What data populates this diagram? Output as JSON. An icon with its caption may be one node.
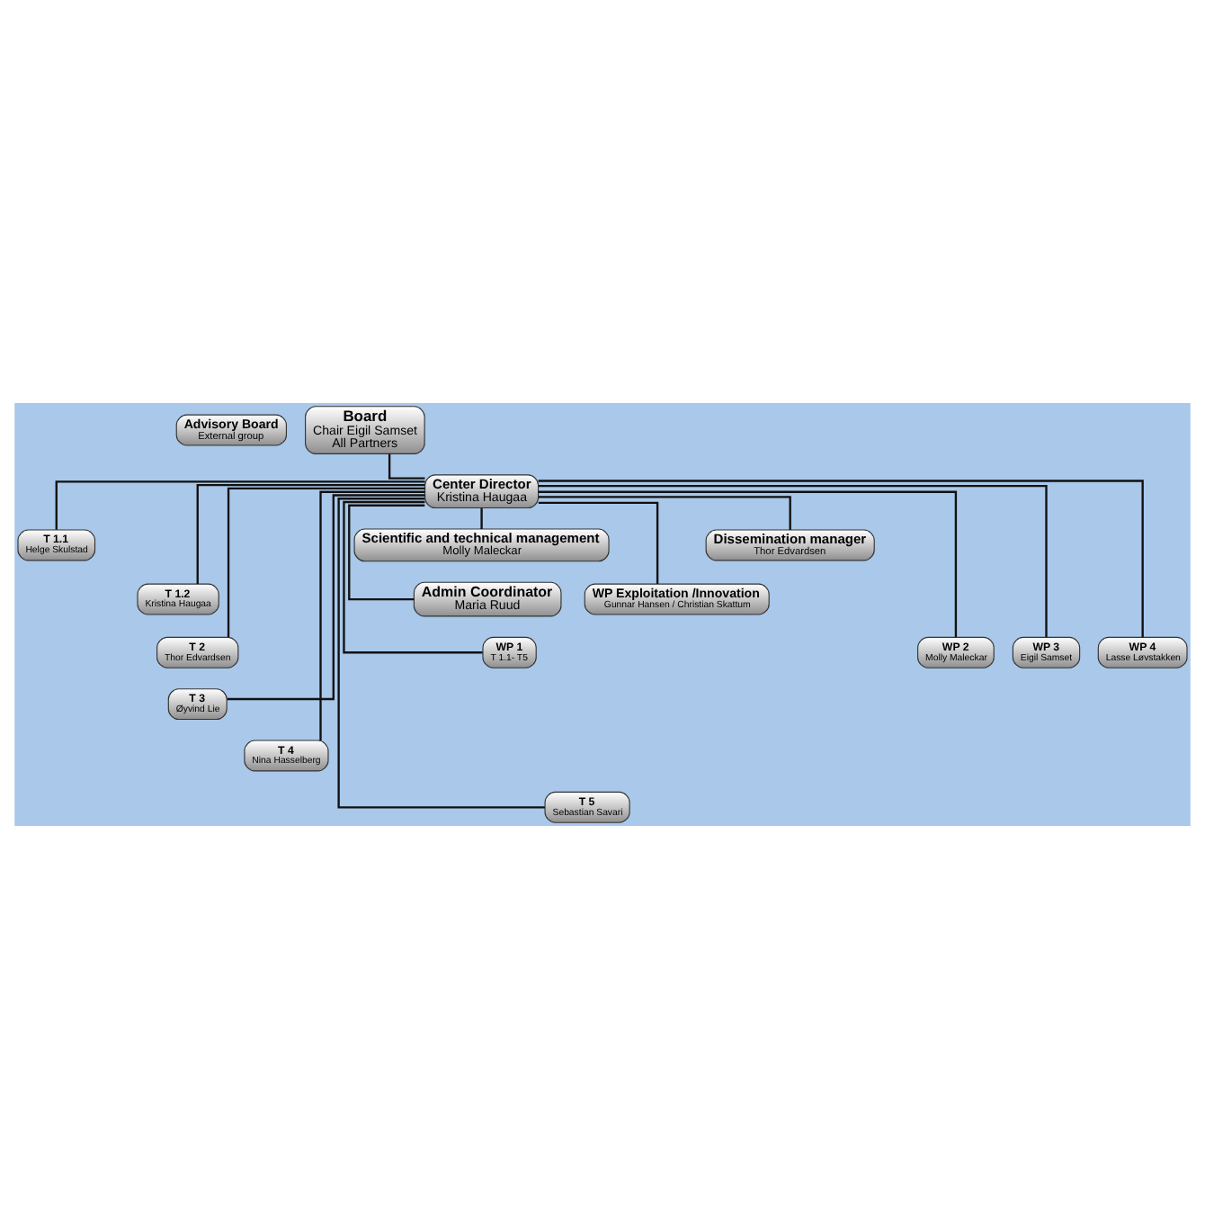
{
  "diagram": {
    "nodes": [
      {
        "text": [
          "Advisory Board",
          "External group"
        ]
      },
      {
        "text": [
          "Board",
          "Chair Eigil Samset",
          "All Partners"
        ]
      },
      {
        "text": [
          "Center Director",
          "Kristina Haugaa"
        ]
      },
      {
        "text": [
          "Dissemination manager",
          "Thor Edvardsen"
        ]
      },
      {
        "text": [
          "Scientific and technical management",
          "Molly Maleckar"
        ]
      },
      {
        "text": [
          "WP Exploitation /Innovation",
          "Gunnar Hansen / Christian Skattum"
        ]
      },
      {
        "text": [
          "Admin Coordinator",
          "Maria Ruud"
        ]
      },
      {
        "text": [
          "T 1.1",
          "Helge Skulstad"
        ]
      },
      {
        "text": [
          "T 1.2",
          "Kristina Haugaa"
        ]
      },
      {
        "text": [
          "T 2",
          "Thor Edvardsen"
        ]
      },
      {
        "text": [
          "T 3",
          "Øyvind Lie"
        ]
      },
      {
        "text": [
          "T 4",
          "Nina Hasselberg"
        ]
      },
      {
        "text": [
          "T 5",
          "Sebastian Savari"
        ]
      },
      {
        "text": [
          "WP 1",
          "T 1.1- T5"
        ]
      },
      {
        "text": [
          "WP 2",
          "Molly Maleckar"
        ]
      },
      {
        "text": [
          "WP 3",
          "Eigil Samset"
        ]
      },
      {
        "text": [
          "WP 4",
          "Lasse Løvstakken"
        ]
      }
    ],
    "edges": [
      {
        "from": 1,
        "to": 2,
        "arrow": "none"
      },
      {
        "from": 2,
        "to": 3,
        "arrow": "none"
      },
      {
        "from": 2,
        "to": 4,
        "arrow": "none"
      },
      {
        "from": 2,
        "to": 5,
        "arrow": "none"
      },
      {
        "from": 2,
        "to": 6,
        "arrow": "none"
      },
      {
        "from": 2,
        "to": 13,
        "arrow": "none"
      },
      {
        "from": 2,
        "to": 14,
        "arrow": "none"
      },
      {
        "from": 2,
        "to": 15,
        "arrow": "none"
      },
      {
        "from": 2,
        "to": 16,
        "arrow": "none"
      },
      {
        "from": 2,
        "to": 7,
        "arrow": "none"
      },
      {
        "from": 2,
        "to": 8,
        "arrow": "none"
      },
      {
        "from": 2,
        "to": 9,
        "arrow": "none"
      },
      {
        "from": 2,
        "to": 10,
        "arrow": "none"
      },
      {
        "from": 2,
        "to": 11,
        "arrow": "none"
      },
      {
        "from": 2,
        "to": 12,
        "arrow": "none"
      }
    ]
  }
}
